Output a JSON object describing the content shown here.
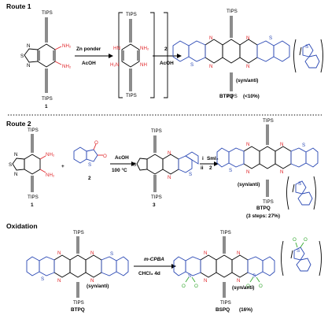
{
  "sections": {
    "route1": "Route 1",
    "route2": "Route 2",
    "oxidation": "Oxidation"
  },
  "labels": {
    "tips": "TIPS",
    "s": "S",
    "n": "N",
    "nh2": "NH₂",
    "h2n": "H₂N",
    "hn": "HN",
    "nh": "NH",
    "o": "O"
  },
  "route1": {
    "cmpd_1": "1",
    "cond1_top": "Zn ponder",
    "cond1_bottom": "AcOH",
    "cond2_top": "2",
    "cond2_bottom": "AcOH",
    "isomer": "(syn/anti)",
    "product": "BTPQ",
    "yield": "(<10%)"
  },
  "route2": {
    "cmpd_1": "1",
    "plus": "+",
    "cmpd_2": "2",
    "cond1_top": "AcOH",
    "cond1_bottom": "100 °C",
    "cmpd_3": "3",
    "cond2_i": "i",
    "cond2_i_text": "SmI₂",
    "cond2_ii": "ii",
    "cond2_ii_text": "2",
    "isomer": "(syn/anti)",
    "product": "BTPQ",
    "yield": "(3 steps: 27%)"
  },
  "oxidation": {
    "start_isomer": "(syn/anti)",
    "start": "BTPQ",
    "cond_top": "m-CPBA",
    "cond_bottom": "CHCl₃ 4d",
    "product_isomer": "(syn/anti)",
    "product": "BSPQ",
    "yield": "(16%)"
  },
  "colors": {
    "amine": "#e0262a",
    "thiophene": "#2a48b4",
    "sulfone_oxygen": "#35a830",
    "bond": "#000000"
  }
}
